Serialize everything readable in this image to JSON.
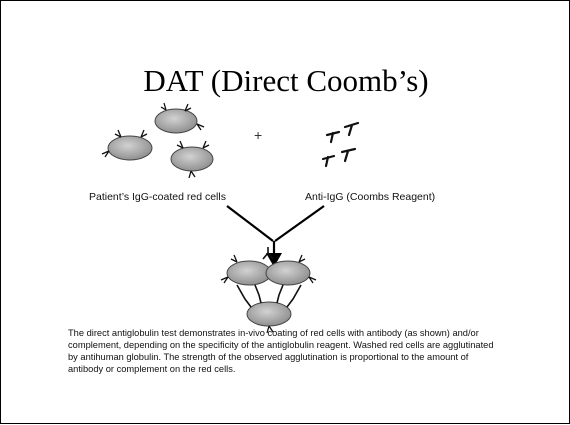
{
  "slide": {
    "title": "DAT (Direct Coomb’s)",
    "plus": "+",
    "label_cells": "Patient’s IgG-coated red cells",
    "label_reagent": "Anti-IgG (Coombs Reagent)",
    "description": "The direct antiglobulin test demonstrates in-vivo coating of red cells with antibody (as shown) and/or complement, depending on the specificity of the antiglobulin reagent. Washed red cells are agglutinated by antihuman globulin. The strength of the observed agglutination is proportional to the amount of antibody or complement on the red cells."
  },
  "colors": {
    "cell_fill": "#a9a9a9",
    "cell_stroke": "#444444",
    "antibody": "#111111"
  }
}
